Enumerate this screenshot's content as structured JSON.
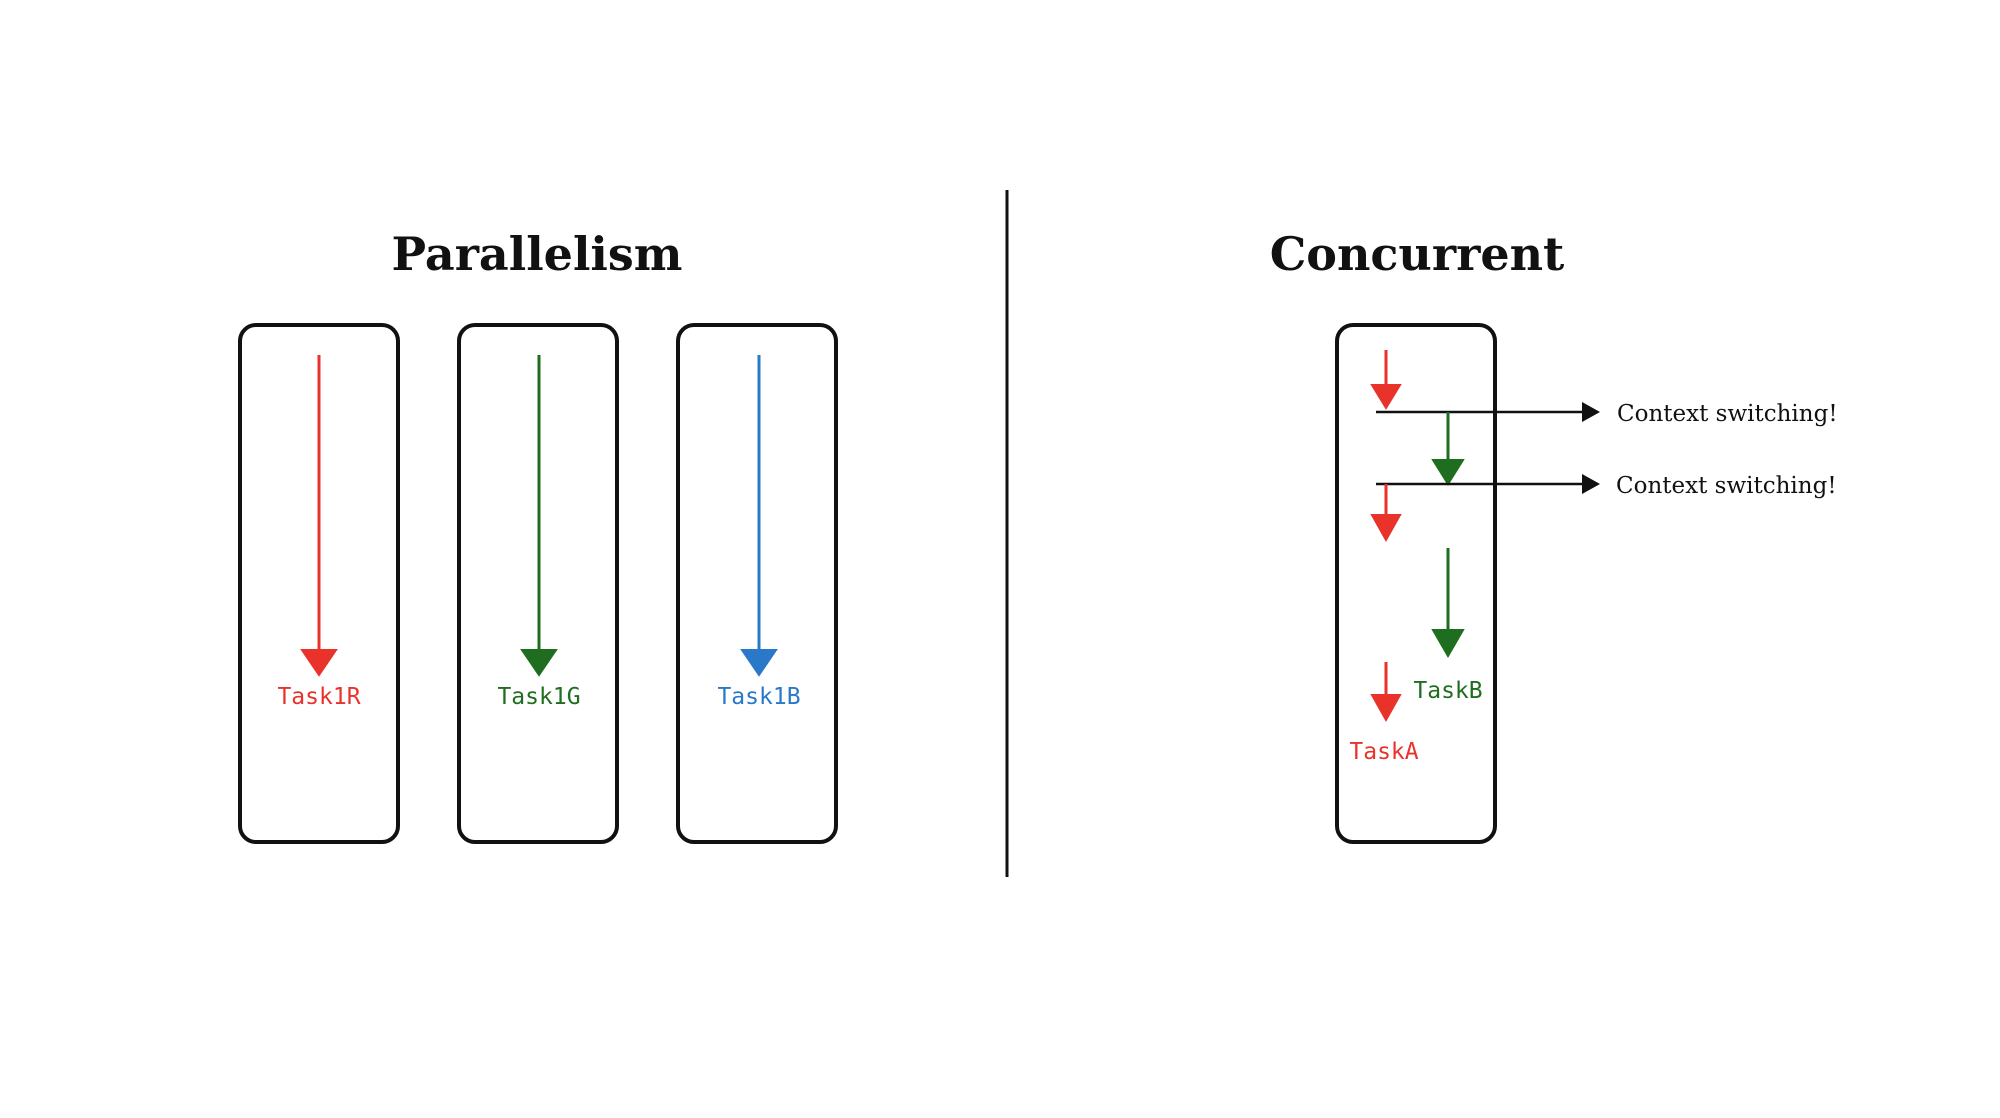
{
  "colors": {
    "red": "#e8322a",
    "green": "#1f6e1f",
    "blue": "#2a78c8",
    "ink": "#111111",
    "background": "#ffffff"
  },
  "parallelism": {
    "title": "Parallelism",
    "lanes": [
      {
        "label": "Task1R",
        "color": "red"
      },
      {
        "label": "Task1G",
        "color": "green"
      },
      {
        "label": "Task1B",
        "color": "blue"
      }
    ]
  },
  "concurrent": {
    "title": "Concurrent",
    "tasks": {
      "a_label": "TaskA",
      "b_label": "TaskB"
    },
    "notes": [
      {
        "text": "Context switching!"
      },
      {
        "text": "Context switching!"
      }
    ]
  }
}
